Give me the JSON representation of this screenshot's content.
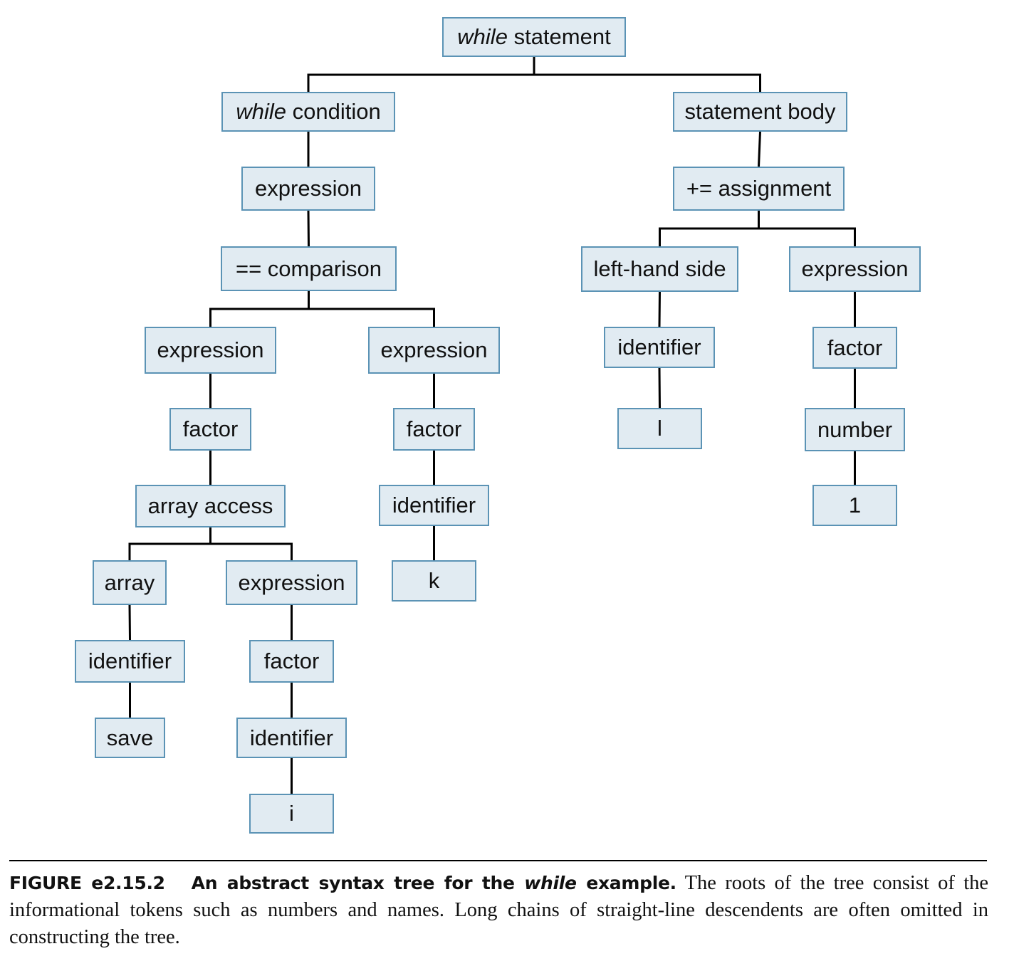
{
  "diagram": {
    "nodes": {
      "root": {
        "label": "statement",
        "em": "while"
      },
      "wcond": {
        "label": "condition",
        "em": "while"
      },
      "sbody": {
        "label": "statement body"
      },
      "wexpr": {
        "label": "expression"
      },
      "assign": {
        "label": "+= assignment"
      },
      "cmp": {
        "label": "== comparison"
      },
      "lhs": {
        "label": "left-hand side"
      },
      "rexpr": {
        "label": "expression"
      },
      "lexpr": {
        "label": "expression"
      },
      "mexpr": {
        "label": "expression"
      },
      "lid": {
        "label": "identifier"
      },
      "rfactor": {
        "label": "factor"
      },
      "lfactor": {
        "label": "factor"
      },
      "mfactor": {
        "label": "factor"
      },
      "lval": {
        "label": "l"
      },
      "num": {
        "label": "number"
      },
      "aacc": {
        "label": "array access"
      },
      "mid": {
        "label": "identifier"
      },
      "numval": {
        "label": "1"
      },
      "arr": {
        "label": "array"
      },
      "iexpr": {
        "label": "expression"
      },
      "kval": {
        "label": "k"
      },
      "arrid": {
        "label": "identifier"
      },
      "ifactor": {
        "label": "factor"
      },
      "saveval": {
        "label": "save"
      },
      "iid": {
        "label": "identifier"
      },
      "ival": {
        "label": "i"
      }
    },
    "edges": [
      [
        "root",
        "wcond"
      ],
      [
        "root",
        "sbody"
      ],
      [
        "wcond",
        "wexpr"
      ],
      [
        "wexpr",
        "cmp"
      ],
      [
        "cmp",
        "lexpr"
      ],
      [
        "cmp",
        "mexpr"
      ],
      [
        "lexpr",
        "lfactor"
      ],
      [
        "lfactor",
        "aacc"
      ],
      [
        "aacc",
        "arr"
      ],
      [
        "aacc",
        "iexpr"
      ],
      [
        "arr",
        "arrid"
      ],
      [
        "arrid",
        "saveval"
      ],
      [
        "iexpr",
        "ifactor"
      ],
      [
        "ifactor",
        "iid"
      ],
      [
        "iid",
        "ival"
      ],
      [
        "mexpr",
        "mfactor"
      ],
      [
        "mfactor",
        "mid"
      ],
      [
        "mid",
        "kval"
      ],
      [
        "sbody",
        "assign"
      ],
      [
        "assign",
        "lhs"
      ],
      [
        "assign",
        "rexpr"
      ],
      [
        "lhs",
        "lid"
      ],
      [
        "lid",
        "lval"
      ],
      [
        "rexpr",
        "rfactor"
      ],
      [
        "rfactor",
        "num"
      ],
      [
        "num",
        "numval"
      ]
    ]
  },
  "caption": {
    "figure_label": "FIGURE e2.15.2",
    "title_pre": "An abstract syntax tree for the ",
    "title_em": "while",
    "title_post": " example.",
    "body": "The roots of the tree consist of the informational tokens such as numbers and names. Long chains of straight-line descendents are often omitted in constructing the tree."
  }
}
